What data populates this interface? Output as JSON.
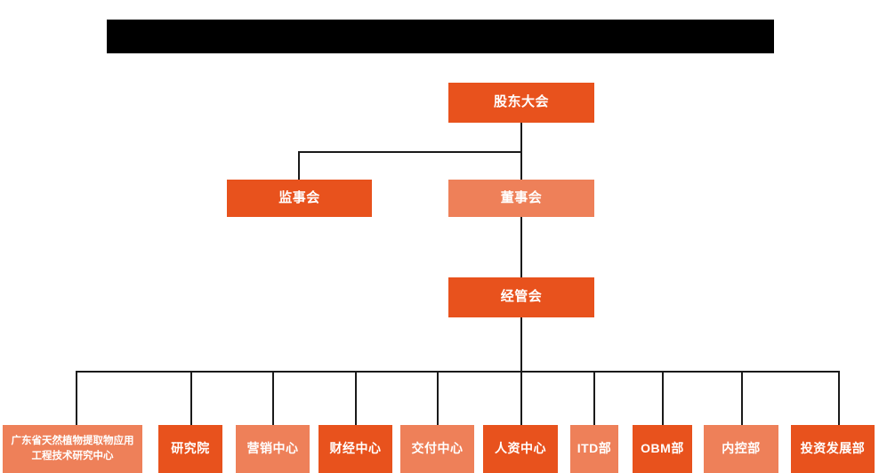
{
  "chart_title_redacted": true,
  "palette": {
    "dark_orange": "#E8521D",
    "light_salmon": "#EE8059",
    "connector": "#1a1a1a",
    "redaction": "#000000",
    "background": "#ffffff",
    "node_text": "#ffffff"
  },
  "levels": {
    "level1": {
      "nodes": [
        {
          "label": "股东大会",
          "tone": "dark"
        }
      ]
    },
    "level2": {
      "nodes": [
        {
          "label": "监事会",
          "tone": "dark"
        },
        {
          "label": "董事会",
          "tone": "light"
        }
      ]
    },
    "level3": {
      "nodes": [
        {
          "label": "经管会",
          "tone": "dark"
        }
      ]
    },
    "level4": {
      "nodes": [
        {
          "label": "广东省天然植物提取物应用工程技术研究中心",
          "tone": "light"
        },
        {
          "label": "研究院",
          "tone": "dark"
        },
        {
          "label": "营销中心",
          "tone": "light"
        },
        {
          "label": "财经中心",
          "tone": "dark"
        },
        {
          "label": "交付中心",
          "tone": "light"
        },
        {
          "label": "人资中心",
          "tone": "dark"
        },
        {
          "label": "ITD部",
          "tone": "light"
        },
        {
          "label": "OBM部",
          "tone": "dark"
        },
        {
          "label": "内控部",
          "tone": "light"
        },
        {
          "label": "投资发展部",
          "tone": "dark"
        }
      ]
    }
  }
}
